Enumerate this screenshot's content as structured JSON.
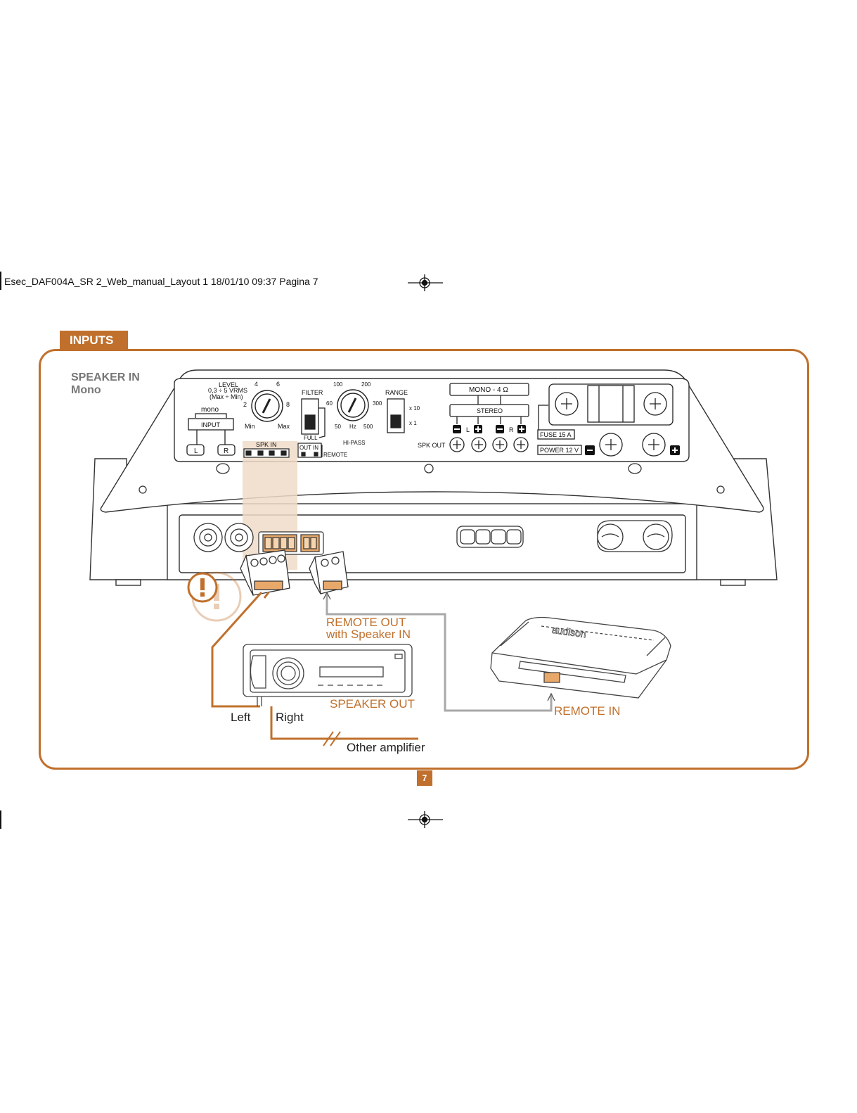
{
  "slug": "Esec_DAF004A_SR 2_Web_manual_Layout 1  18/01/10  09:37  Pagina 7",
  "section_tab": "INPUTS",
  "section_title": {
    "line1": "SPEAKER IN",
    "line2": "Mono"
  },
  "panel": {
    "level_label": "LEVEL",
    "level_range": "0,3 ÷ 5 VRMS",
    "level_sub": "(Max ÷ Min)",
    "level_ticks": [
      "4",
      "6",
      "2",
      "8",
      "Min",
      "Max"
    ],
    "mono_label": "mono",
    "input_label": "INPUT",
    "input_l": "L",
    "input_r": "R",
    "spk_in": "SPK IN",
    "filter_label": "FILTER",
    "full_label": "FULL",
    "hipass_label": "HI-PASS",
    "out_label": "OUT",
    "in_label": "IN",
    "remote_label": "REMOTE",
    "freq_ticks": [
      "100",
      "200",
      "60",
      "300",
      "50",
      "Hz",
      "500"
    ],
    "range_label": "RANGE",
    "range_x10": "x 10",
    "range_x1": "x 1",
    "mono_4ohm": "MONO - 4 Ω",
    "stereo": "STEREO",
    "ch_l": "L",
    "ch_r": "R",
    "spk_out": "SPK OUT",
    "fuse": "FUSE 15 A",
    "power": "POWER 12 V"
  },
  "labels": {
    "remote_out_1": "REMOTE OUT",
    "remote_out_2": "with Speaker IN",
    "speaker_out": "SPEAKER OUT",
    "remote_in": "REMOTE IN",
    "left": "Left",
    "right": "Right",
    "other_amp": "Other amplifier",
    "brand": "audison"
  },
  "page_number": "7",
  "colors": {
    "accent": "#c0702c",
    "wire_gray": "#a0a0a0",
    "highlight": "#f0dcc8"
  },
  "icons": [
    "registration-mark-icon",
    "warning-icon"
  ]
}
